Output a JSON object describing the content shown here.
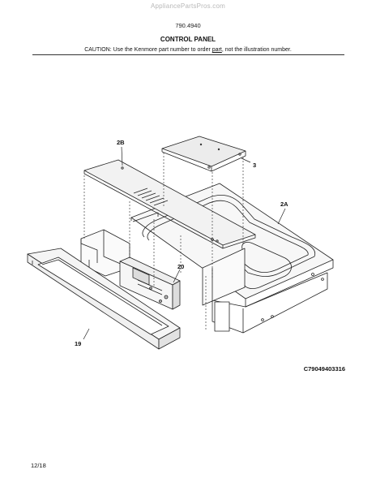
{
  "watermark": "AppliancePartsPros.com",
  "model": "790.4940",
  "title": "CONTROL PANEL",
  "caution": {
    "pre": "CAUTION: Use the Kenmore part number to order ",
    "part": "part",
    "post": ", not the illustration number."
  },
  "callouts": {
    "c2b": "2B",
    "c3": "3",
    "c2a": "2A",
    "c20": "20",
    "c19": "19"
  },
  "figure_id": "C79049403316",
  "page_number": "12/18"
}
